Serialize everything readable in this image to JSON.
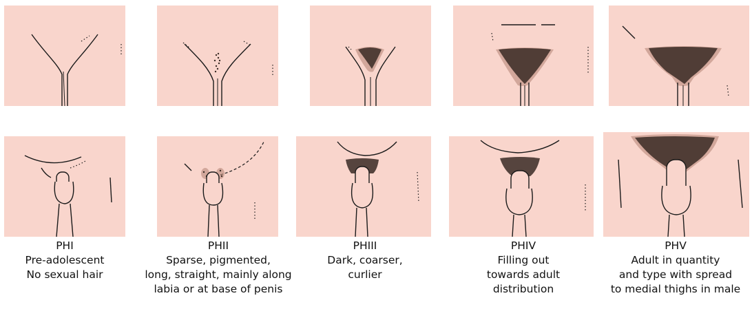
{
  "stages": [
    {
      "code": "PHI",
      "lines": [
        "Pre-adolescent",
        "No sexual hair"
      ]
    },
    {
      "code": "PHII",
      "lines": [
        "Sparse, pigmented,",
        "long, straight, mainly along",
        "labia or at base of penis"
      ]
    },
    {
      "code": "PHIII",
      "lines": [
        "Dark, coarser,",
        "curlier"
      ]
    },
    {
      "code": "PHIV",
      "lines": [
        "Filling out",
        "towards adult",
        "distribution"
      ]
    },
    {
      "code": "PHV",
      "lines": [
        "Adult in quantity",
        "and type with spread",
        "to medial thighs in male"
      ]
    }
  ],
  "colors": {
    "skin": "#f9d5cc",
    "line": "#1a1a1a",
    "hair": "#3a2a24",
    "hair_shadow": "#b88979"
  }
}
